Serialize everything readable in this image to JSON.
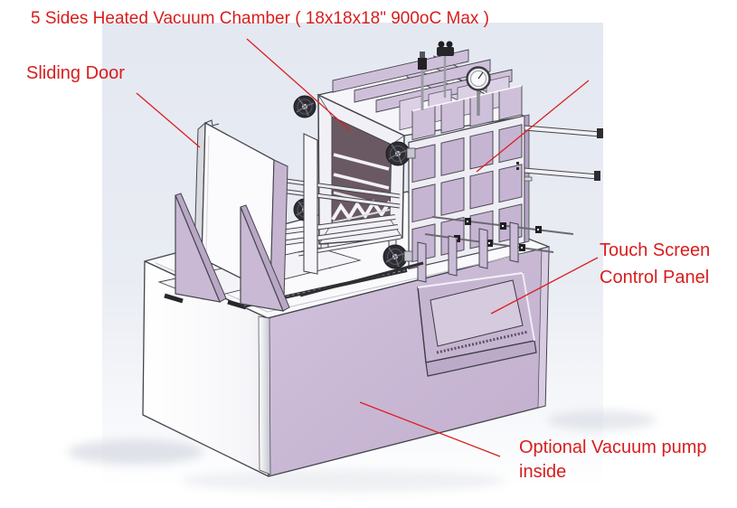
{
  "annotations": {
    "chamber_title": "5 Sides Heated Vacuum Chamber ( 18x18x18\" 900oC Max )",
    "sliding_door": "Sliding Door",
    "touch_screen_line1": "Touch Screen",
    "touch_screen_line2": "Control Panel",
    "pump_line1": "Optional Vacuum pump",
    "pump_line2": "inside"
  },
  "colors": {
    "annotation_red": "#d91d1d",
    "leader_line_red": "#da2020",
    "cabinet_purple": "#c9b8d4",
    "chamber_cell_purple": "#c6b5d2",
    "chamber_interior_dark": "#6a5963",
    "outline_gray": "#45454c",
    "background_gradient_top": "#e4e8f1",
    "background_white": "#ffffff"
  }
}
